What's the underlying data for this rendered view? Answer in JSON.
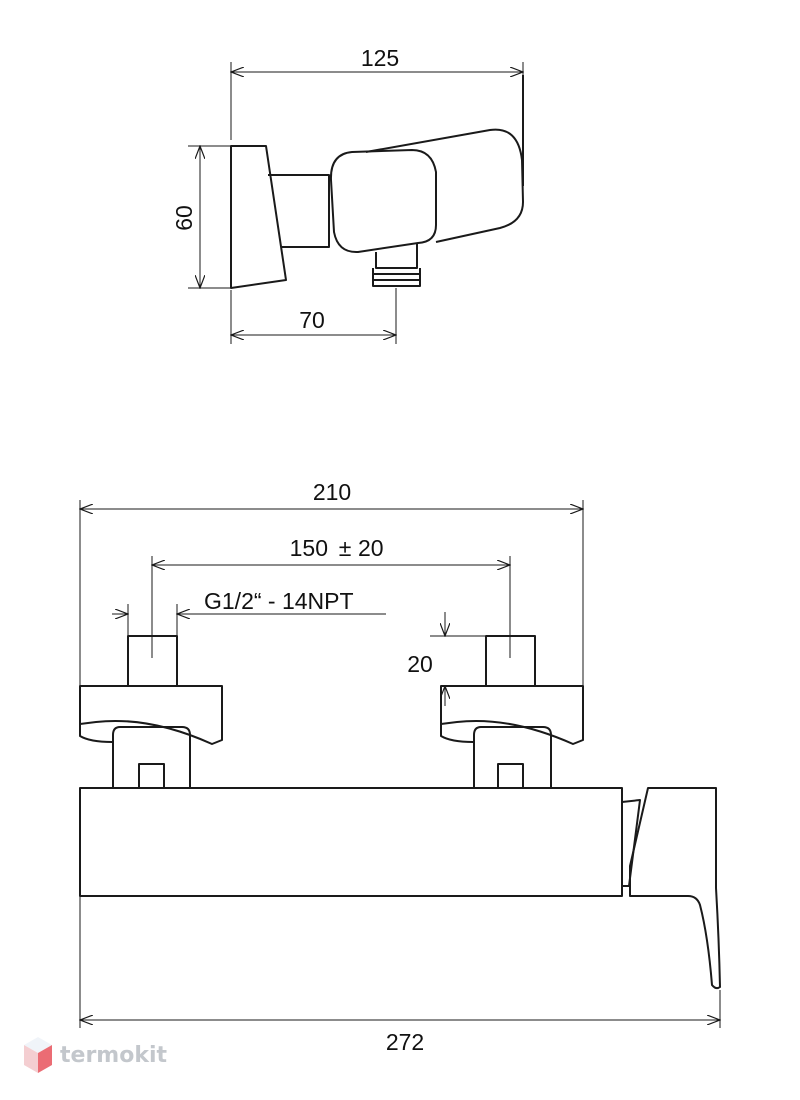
{
  "top_view": {
    "dim_width": "125",
    "dim_height": "60",
    "dim_outlet": "70"
  },
  "front_view": {
    "dim_total_top": "210",
    "dim_spacing": "150",
    "dim_tolerance_sign": "±",
    "dim_tolerance": "20",
    "dim_thread": "G1/2“ - 14NPT",
    "dim_inlet_height": "20",
    "dim_total_width": "272"
  },
  "watermark": {
    "text": "termokit",
    "colors": {
      "light": "#eef3f8",
      "mid": "#f3c6c9",
      "accent": "#e8535c"
    }
  }
}
